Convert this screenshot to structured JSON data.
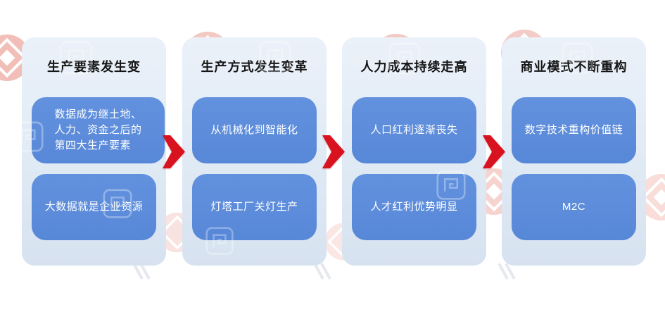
{
  "figure": {
    "type": "flow-diagram",
    "columns": [
      {
        "title": "生产要素发生变",
        "boxes": [
          "数据成为继土地、\n人力、资金之后的\n第四大生产要素",
          "大数据就是企业资源"
        ]
      },
      {
        "title": "生产方式发生变革",
        "boxes": [
          "从机械化到智能化",
          "灯塔工厂关灯生产"
        ]
      },
      {
        "title": "人力成本持续走高",
        "boxes": [
          "人口红利逐渐丧失",
          "人才红利优势明显"
        ]
      },
      {
        "title": "商业模式不断重构",
        "boxes": [
          "数字技术重构价值链",
          "M2C"
        ]
      }
    ]
  },
  "colors": {
    "panel_bg_top": "#ebf1f9",
    "panel_bg_bottom": "#d7e2f0",
    "box_blue": "#5d8fdc",
    "arrow_red": "#d8131f",
    "title_text": "#161616",
    "box_text": "#ffffff",
    "watermark_red": "#dd5a48"
  }
}
